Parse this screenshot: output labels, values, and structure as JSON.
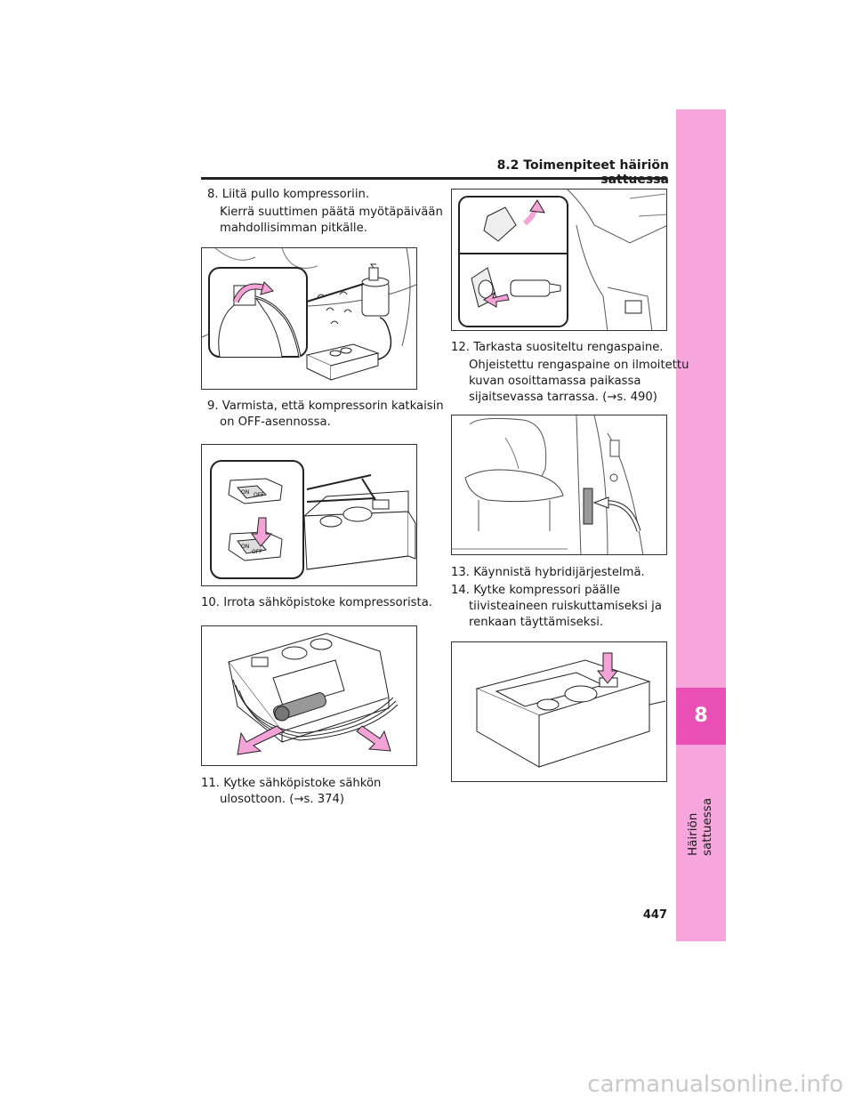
{
  "header": {
    "section": "8.2  Toimenpiteet häiriön sattuessa"
  },
  "side_tab": {
    "number": "8",
    "title": "Häiriön sattuessa"
  },
  "page_number": "447",
  "steps": [
    {
      "num": "8.",
      "text": "Liitä pullo kompressoriin.",
      "sub": [
        "Kierrä suuttimen päätä myötäpäivään",
        "mahdollisimman pitkälle."
      ]
    },
    {
      "num": "9.",
      "text": "Varmista, että kompressorin katkaisin",
      "text2": "on OFF-asennossa."
    },
    {
      "num": "10.",
      "text": "Irrota sähköpistoke kompressorista."
    },
    {
      "num": "11.",
      "text": "Kytke sähköpistoke sähkön",
      "text2": "ulosottoon. (→s. 374)"
    },
    {
      "num": "12.",
      "text": "Tarkasta suositeltu rengaspaine.",
      "sub": [
        "Ohjeistettu rengaspaine on ilmoitettu",
        "kuvan osoittamassa paikassa",
        "sijaitsevassa tarrassa. (→s. 490)"
      ]
    },
    {
      "num": "13.",
      "text": "Käynnistä hybridijärjestelmä."
    },
    {
      "num": "14.",
      "text": "Kytke kompressori päälle",
      "text2": "tiivisteaineen ruiskuttamiseksi ja",
      "text3": "renkaan täyttämiseksi."
    }
  ],
  "switch_labels": {
    "on": "ON",
    "off": "OFF"
  },
  "colors": {
    "tab": "#f6a6dc",
    "tab_active": "#e94fb4",
    "arrow_fill": "#f4a3d8",
    "line": "#222222"
  },
  "watermark": "carmanualsonline.info"
}
